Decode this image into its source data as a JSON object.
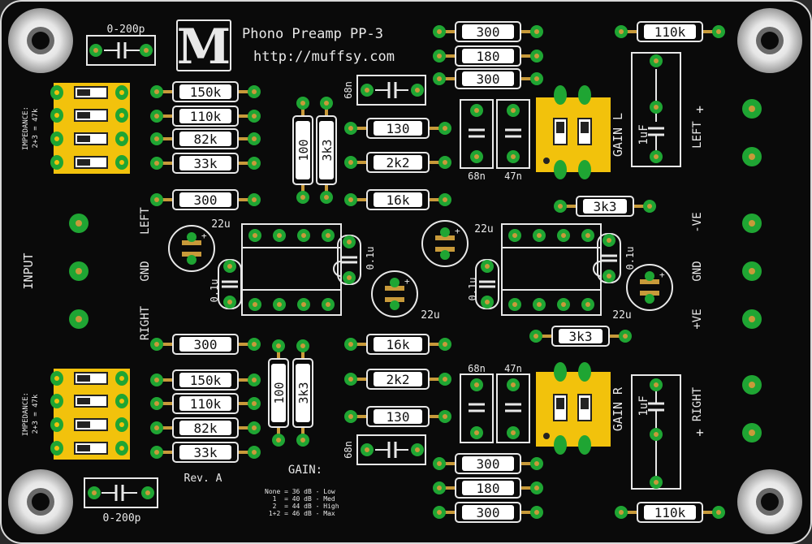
{
  "board": {
    "title": "Phono Preamp PP-3",
    "url": "http://muffsy.com",
    "revision": "Rev. A",
    "logo_letter": "M",
    "colors": {
      "board": "#0a0a0a",
      "edge": "#d8d8d8",
      "silk": "#e8e8e8",
      "pad": "#1fa533",
      "pad_yellow": "#f2c20c",
      "copper": "#c89a3a"
    }
  },
  "input_section": {
    "label": "INPUT",
    "impedance_note_1": "IMPEDANCE:",
    "impedance_note_2": "2+3 = 47k",
    "channel_left": "LEFT",
    "channel_gnd": "GND",
    "channel_right": "RIGHT"
  },
  "caps": {
    "cap_top_input": "0-200p",
    "cap_bottom_input": "0-200p",
    "cap_68n_top": "68n",
    "cap_68n_bottom": "68n",
    "cap_68n_film_l": "68n",
    "cap_47n_film_l": "47n",
    "cap_68n_film_r": "68n",
    "cap_47n_film_r": "47n",
    "elec_22u_1": "22u",
    "elec_22u_2": "22u",
    "elec_22u_3": "22u",
    "elec_22u_4": "22u",
    "cer_01u_1": "0.1u",
    "cer_01u_2": "0.1u",
    "cer_01u_3": "0.1u",
    "cer_01u_4": "0.1u",
    "out_cap_l": "1uF",
    "out_cap_r": "1uF"
  },
  "resistors": {
    "r150k_top": "150k",
    "r110k_top": "110k",
    "r82k_top": "82k",
    "r33k_top": "33k",
    "r300_left": "300",
    "r100_top": "100",
    "r3k3_top": "3k3",
    "r130_top": "130",
    "r2k2_top": "2k2",
    "r16k_top": "16k",
    "r300_a": "300",
    "r180_top": "180",
    "r300_b": "300",
    "r110k_out_top": "110k",
    "r3k3_mid_top": "3k3",
    "r3k3_mid_bottom": "3k3",
    "r300_right": "300",
    "r16k_bottom": "16k",
    "r2k2_bottom": "2k2",
    "r130_bottom": "130",
    "r100_bottom": "100",
    "r3k3_bottom": "3k3",
    "r150k_bottom": "150k",
    "r110k_bottom": "110k",
    "r82k_bottom": "82k",
    "r33k_bottom": "33k",
    "r300_c": "300",
    "r180_bottom": "180",
    "r300_d": "300",
    "r110k_out_bottom": "110k"
  },
  "gain": {
    "label_l": "GAIN L",
    "label_r": "GAIN R",
    "title": "GAIN:",
    "table": [
      "None = 36 dB - Low",
      "  1  = 40 dB - Med",
      "  2  = 44 dB - High",
      " 1+2 = 46 dB - Max"
    ]
  },
  "power_output": {
    "left": "LEFT",
    "left_plus": "+",
    "neg_ve": "-VE",
    "gnd": "GND",
    "pos_ve": "+VE",
    "right": "RIGHT",
    "right_plus": "+"
  }
}
